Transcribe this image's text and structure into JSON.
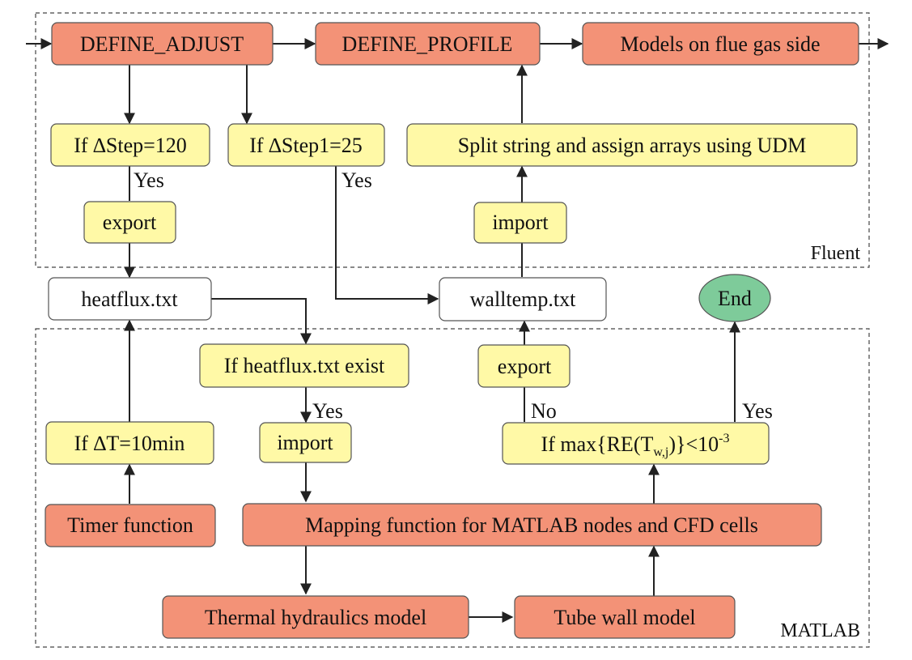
{
  "regions": {
    "fluent": "Fluent",
    "matlab": "MATLAB"
  },
  "nodes": {
    "define_adjust": "DEFINE_ADJUST",
    "define_profile": "DEFINE_PROFILE",
    "models_flue": "Models on flue gas side",
    "if_step120": "If ∆Step=120",
    "if_step1_25": "If ∆Step1=25",
    "split_string": "Split string and assign arrays using UDM",
    "export_fluent": "export",
    "import_fluent": "import",
    "heatflux_txt": "heatflux.txt",
    "walltemp_txt": "walltemp.txt",
    "end": "End",
    "if_heatflux_exist": "If heatflux.txt exist",
    "export_matlab": "export",
    "if_t10": "If ∆T=10min",
    "import_matlab": "import",
    "max_re_prefix": "If max{RE(T",
    "max_re_sub": "w,j",
    "max_re_mid": ")}<10",
    "max_re_sup": "-3",
    "timer": "Timer function",
    "mapping": "Mapping function for MATLAB nodes and CFD cells",
    "thermal": "Thermal hydraulics model",
    "tube_wall": "Tube wall model"
  },
  "edge_labels": {
    "yes_step120": "Yes",
    "yes_step1": "Yes",
    "yes_heatflux": "Yes",
    "no_re": "No",
    "yes_re": "Yes"
  },
  "colors": {
    "process_box": "#f39277",
    "condition_box": "#fff9a6",
    "file_box": "#ffffff",
    "end_node": "#7ecb9a"
  }
}
